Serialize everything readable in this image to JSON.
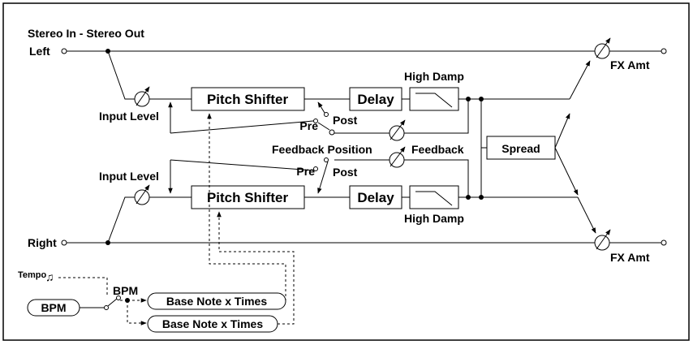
{
  "title": "Stereo In - Stereo Out",
  "inputs": {
    "left": "Left",
    "right": "Right"
  },
  "outputs": {
    "fx_amt_top": "FX Amt",
    "fx_amt_bottom": "FX Amt"
  },
  "channels": {
    "top": {
      "input_level": "Input Level",
      "pitch_shifter": "Pitch Shifter",
      "delay": "Delay",
      "high_damp": "High Damp",
      "pre": "Pre",
      "post": "Post"
    },
    "bottom": {
      "input_level": "Input Level",
      "pitch_shifter": "Pitch Shifter",
      "delay": "Delay",
      "high_damp": "High Damp",
      "pre": "Pre",
      "post": "Post"
    }
  },
  "feedback_position": "Feedback Position",
  "feedback": "Feedback",
  "spread": "Spread",
  "tempo": {
    "label": "Tempo",
    "icon": "note-icon"
  },
  "bpm_switch_label": "BPM",
  "bpm_box": "BPM",
  "base_note_1": "Base Note x Times",
  "base_note_2": "Base Note x Times"
}
